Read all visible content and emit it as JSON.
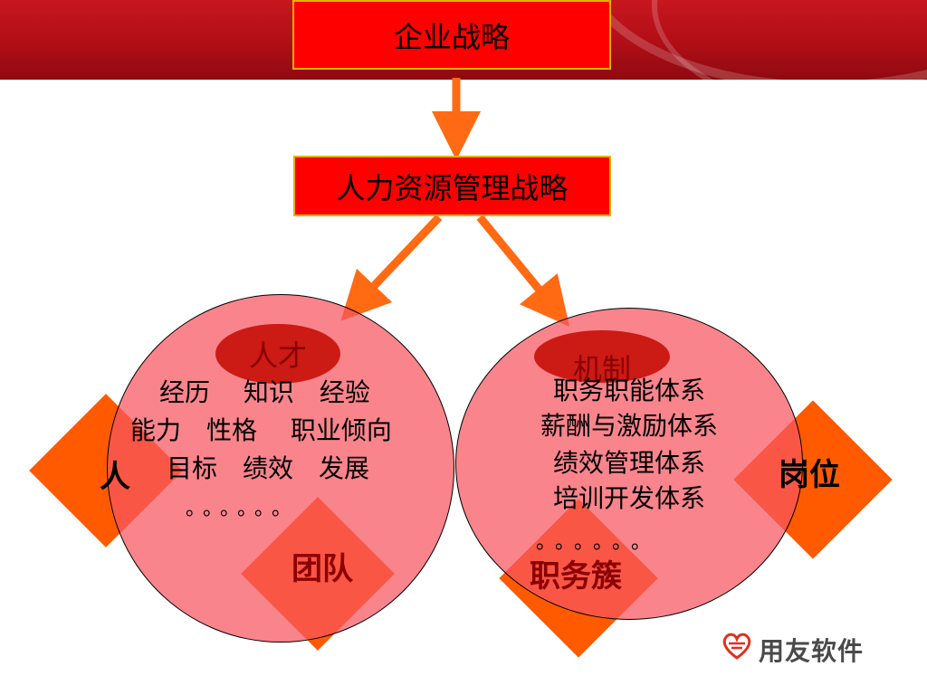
{
  "top_box": {
    "label": "企业战略"
  },
  "hr_box": {
    "label": "人力资源管理战略"
  },
  "left_circle": {
    "title": "人才",
    "lines": [
      "经历　 知识　经验",
      "能力　性格　 职业倾向",
      "目标　绩效　发展"
    ],
    "dots": "。。。。。。"
  },
  "right_circle": {
    "title": "机制",
    "lines": [
      "职务职能体系",
      "薪酬与激励体系",
      "绩效管理体系",
      "培训开发体系"
    ],
    "dots": "。。。。。。"
  },
  "diamonds": {
    "person": "人",
    "team": "团队",
    "position": "岗位",
    "job_cluster": "职务簇"
  },
  "logo": {
    "text": "用友软件",
    "icon": "heart-icon"
  },
  "colors": {
    "banner": "#c8161e",
    "box": "#ff0000",
    "arrow": "#ff6a13",
    "diamond": "#ff5a00",
    "circle": "#f85460"
  }
}
